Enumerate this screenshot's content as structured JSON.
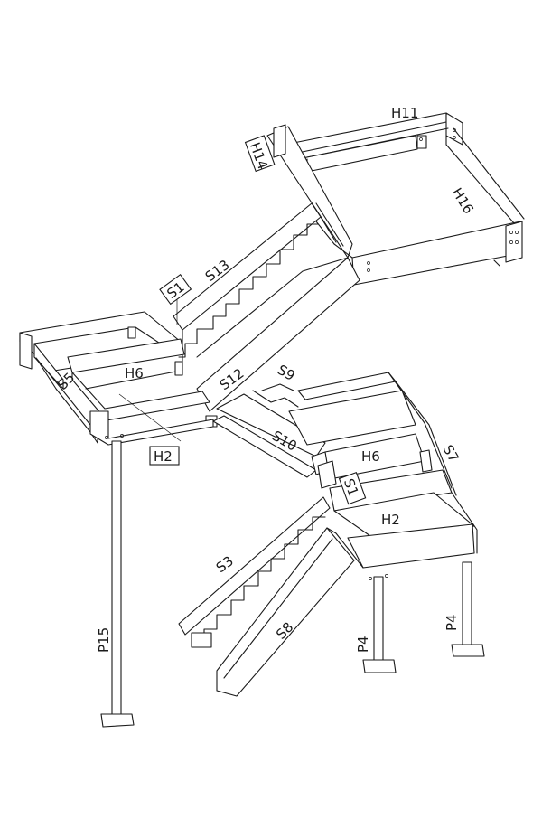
{
  "labels": {
    "H11": "H11",
    "H14": "H14",
    "H16": "H16",
    "S13": "S13",
    "S1_top": "S1",
    "S5": "S5",
    "H6_left": "H6",
    "S12": "S12",
    "S9": "S9",
    "H2_left": "H2",
    "S10": "S10",
    "H6_right": "H6",
    "S7": "S7",
    "S1_mid": "S1",
    "H2_right": "H2",
    "S3": "S3",
    "S8": "S8",
    "P15": "P15",
    "P4_left": "P4",
    "P4_right": "P4"
  }
}
